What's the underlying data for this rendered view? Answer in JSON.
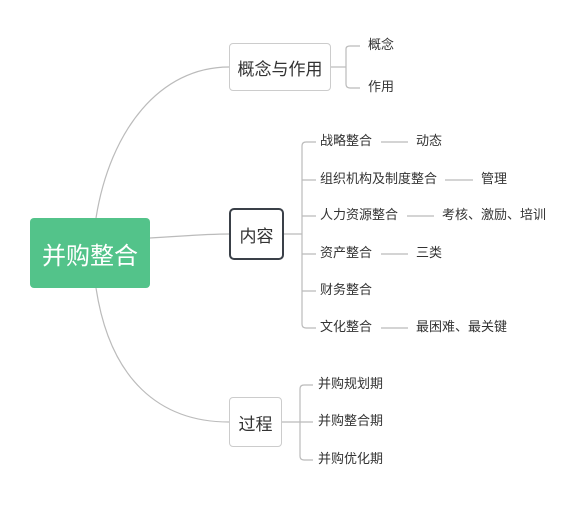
{
  "root": {
    "label": "并购整合"
  },
  "branches": [
    {
      "label": "概念与作用",
      "children": [
        {
          "label": "概念"
        },
        {
          "label": "作用"
        }
      ]
    },
    {
      "label": "内容",
      "children": [
        {
          "label": "战略整合",
          "detail": "动态"
        },
        {
          "label": "组织机构及制度整合",
          "detail": "管理"
        },
        {
          "label": "人力资源整合",
          "detail": "考核、激励、培训"
        },
        {
          "label": "资产整合",
          "detail": "三类"
        },
        {
          "label": "财务整合"
        },
        {
          "label": "文化整合",
          "detail": "最困难、最关键"
        }
      ]
    },
    {
      "label": "过程",
      "children": [
        {
          "label": "并购规划期"
        },
        {
          "label": "并购整合期"
        },
        {
          "label": "并购优化期"
        }
      ]
    }
  ],
  "colors": {
    "root_fill": "#53c38a",
    "root_text": "#ffffff",
    "connector": "#bbbbbb",
    "selected_border": "#3a4048"
  }
}
